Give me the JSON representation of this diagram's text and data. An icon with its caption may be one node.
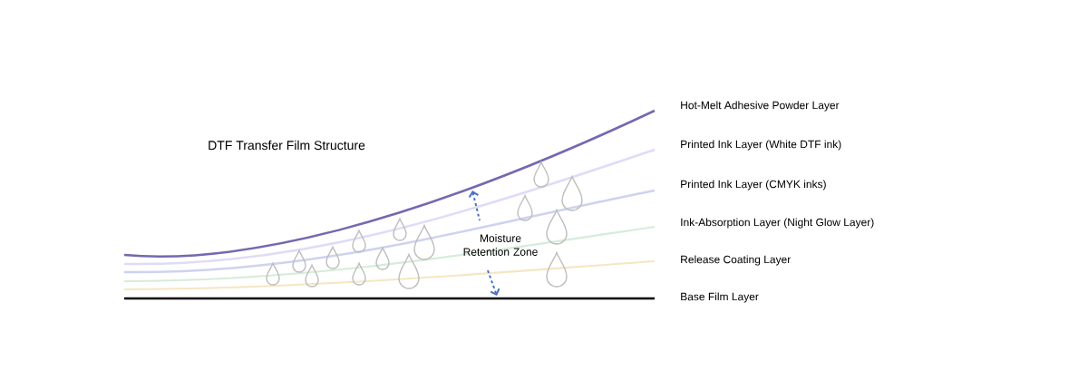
{
  "diagram": {
    "title": "DTF Transfer Film Structure",
    "labels": [
      "Hot-Melt Adhesive Powder Layer",
      "Printed Ink Layer (White DTF ink)",
      "Printed Ink Layer (CMYK inks)",
      "Ink-Absorption Layer (Night Glow Layer)",
      "Release Coating Layer",
      "Base Film Layer",
      "Moisture Retention Zone"
    ]
  }
}
